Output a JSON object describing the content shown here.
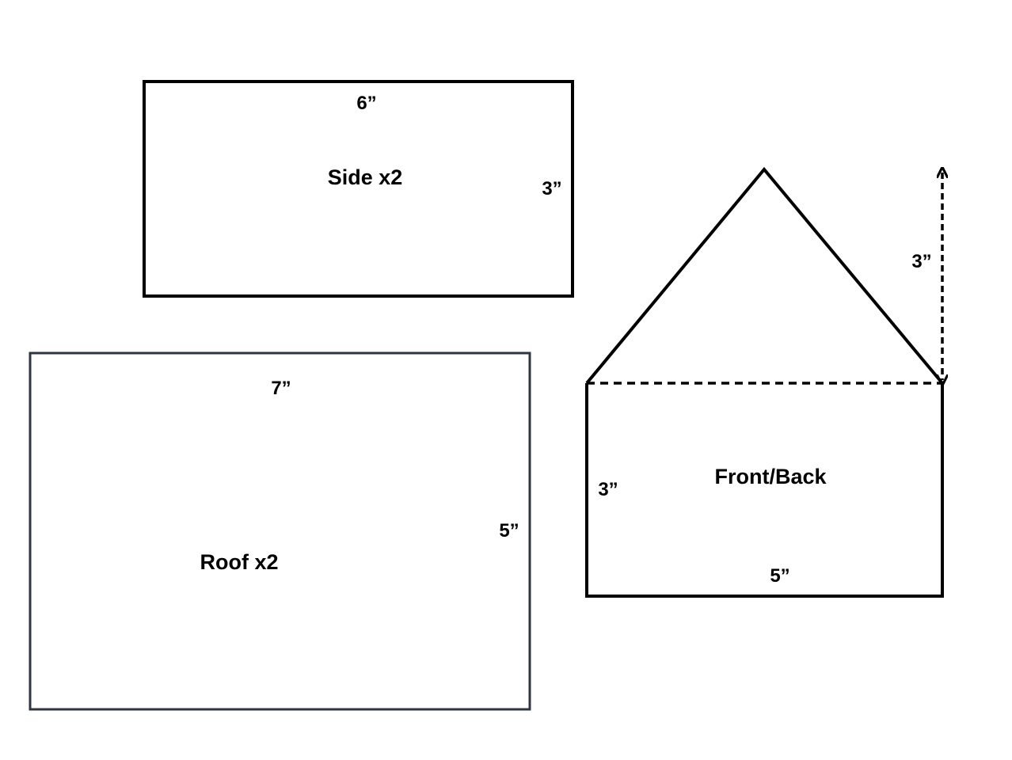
{
  "pieces": {
    "side": {
      "name": "Side x2",
      "width_label": "6”",
      "height_label": "3”"
    },
    "roof": {
      "name": "Roof x2",
      "width_label": "7”",
      "height_label": "5”"
    },
    "front_back": {
      "name": "Front/Back",
      "wall_height_label": "3”",
      "width_label": "5”",
      "gable_height_label": "3”"
    }
  },
  "colors": {
    "outline": "#000000",
    "roof_outline": "#2f3640",
    "background": "#ffffff"
  }
}
